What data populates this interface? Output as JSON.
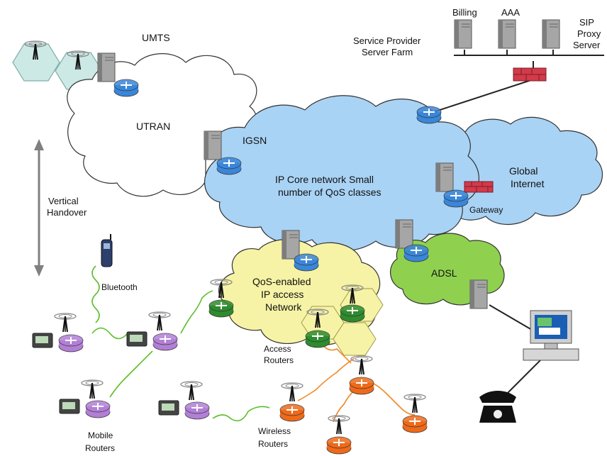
{
  "labels": {
    "umts": "UMTS",
    "utran": "UTRAN",
    "igsn": "IGSN",
    "billing": "Billing",
    "aaa": "AAA",
    "sip_line1": "SIP",
    "sip_line2": "Proxy",
    "sip_line3": "Server",
    "farm_line1": "Service Provider",
    "farm_line2": "Server Farm",
    "core_line1": "IP Core network Small",
    "core_line2": "number of QoS classes",
    "global_line1": "Global",
    "global_line2": "Internet",
    "gateway": "Gateway",
    "vertical_line1": "Vertical",
    "vertical_line2": "Handover",
    "bluetooth": "Bluetooth",
    "adsl": "ADSL",
    "qos_line1": "QoS-enabled",
    "qos_line2": "IP access",
    "qos_line3": "Network",
    "access_line1": "Access",
    "access_line2": "Routers",
    "mobile_line1": "Mobile",
    "mobile_line2": "Routers",
    "wireless_line1": "Wireless",
    "wireless_line2": "Routers"
  },
  "colors": {
    "core_cloud": "#a9d3f5",
    "utran_cloud": "#ffffff",
    "global_cloud": "#a9d3f5",
    "adsl_cloud": "#8fd14f",
    "qos_cloud": "#f6f3a6",
    "hex_cell": "#cde9e6",
    "access_hex": "#f6f3a6",
    "router_blue": "#3a86d9",
    "router_green": "#2e8b2e",
    "router_orange": "#ee6a1a",
    "router_purple": "#b27fd6",
    "firewall": "#d33a4a",
    "server": "#9a9a9a",
    "wireless_green": "#5cbf2a",
    "wireless_orange": "#f08a24"
  }
}
